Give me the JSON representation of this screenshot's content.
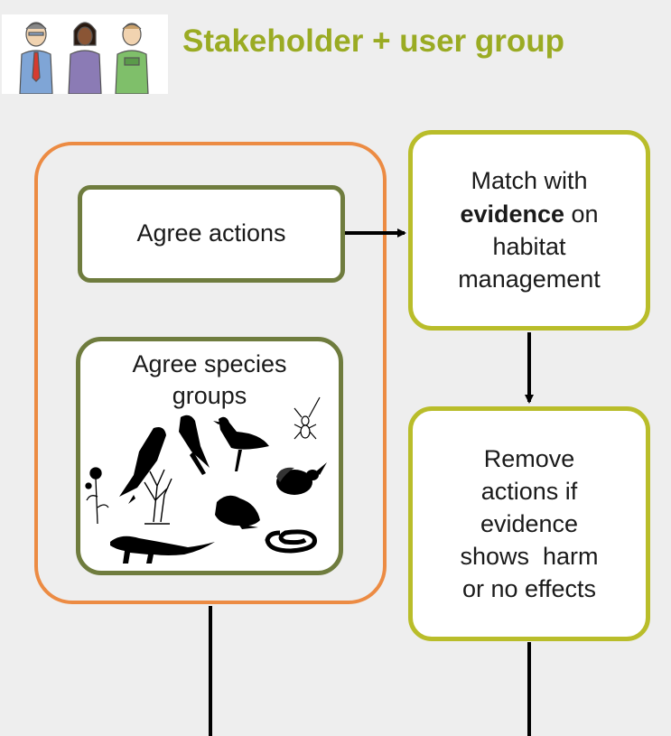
{
  "header": {
    "title": "Stakeholder + user group"
  },
  "boxes": {
    "agree_actions": "Agree actions",
    "agree_species_line1": "Agree species",
    "agree_species_line2": "groups",
    "match_line1": "Match with",
    "match_bold": "evidence",
    "match_rest": " on",
    "match_line3": "habitat",
    "match_line4": "management",
    "remove_line1": "Remove",
    "remove_line2": "actions if",
    "remove_line3": "evidence",
    "remove_line4": "shows  harm",
    "remove_line5": "or no effects"
  },
  "icons": [
    "people-illustration-icon",
    "parrot-icon",
    "bird-icon",
    "wader-icon",
    "insect-icon",
    "bee-icon",
    "flower-icon",
    "shrub-icon",
    "frog-icon",
    "otter-icon",
    "snake-icon"
  ],
  "colors": {
    "title": "#9aab23",
    "outer_box": "#ec8b43",
    "inner_boxes": "#6f7c3e",
    "evidence_boxes": "#b9bd2a"
  }
}
